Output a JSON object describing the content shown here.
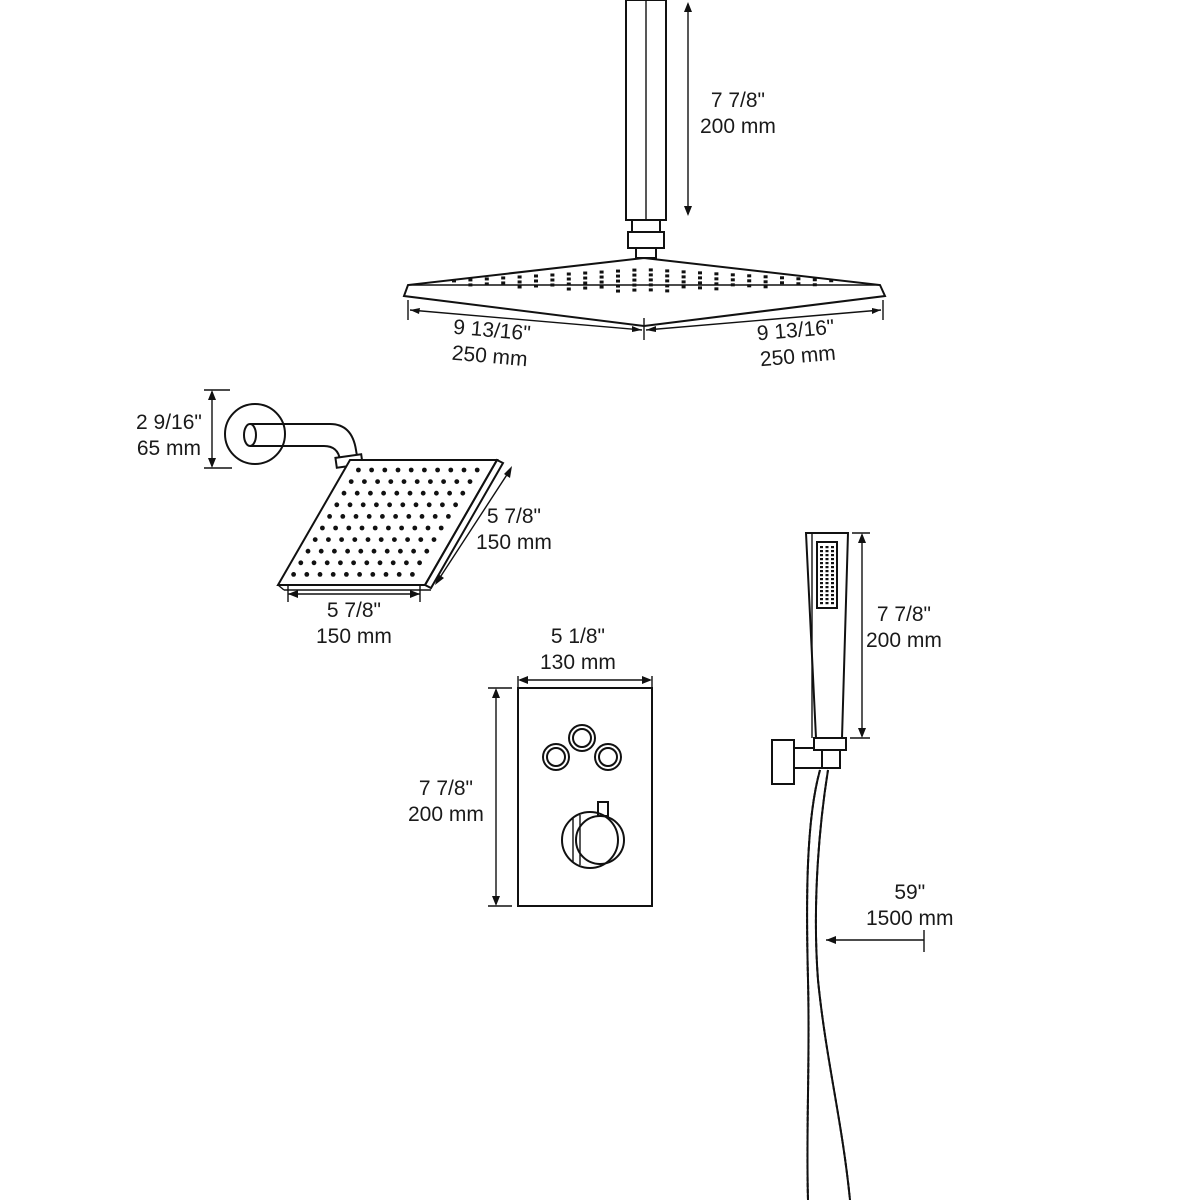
{
  "dimensions": {
    "ceiling_arm": {
      "inch": "7 7/8\"",
      "mm": "200 mm"
    },
    "rain_left": {
      "inch": "9 13/16\"",
      "mm": "250 mm"
    },
    "rain_right": {
      "inch": "9 13/16\"",
      "mm": "250 mm"
    },
    "wall_arm": {
      "inch": "2 9/16\"",
      "mm": "65 mm"
    },
    "head_side": {
      "inch": "5 7/8\"",
      "mm": "150 mm"
    },
    "head_bottom": {
      "inch": "5 7/8\"",
      "mm": "150 mm"
    },
    "valve_width": {
      "inch": "5 1/8\"",
      "mm": "130 mm"
    },
    "valve_height": {
      "inch": "7 7/8\"",
      "mm": "200 mm"
    },
    "handheld": {
      "inch": "7 7/8\"",
      "mm": "200 mm"
    },
    "hose": {
      "inch": "59\"",
      "mm": "1500 mm"
    }
  },
  "colors": {
    "line": "#111111",
    "background": "#ffffff"
  }
}
